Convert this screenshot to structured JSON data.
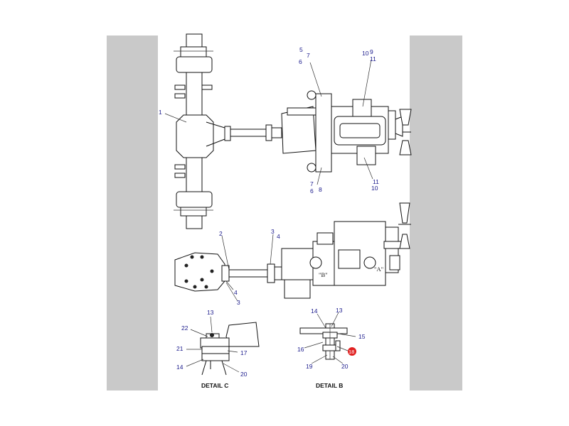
{
  "callouts": {
    "top": {
      "c1": "1",
      "c5": "5",
      "c7a": "7",
      "c6a": "6",
      "c10a": "10",
      "c9": "9",
      "c11a": "11",
      "c7b": "7",
      "c6b": "6",
      "c8": "8",
      "c11b": "11",
      "c10b": "10"
    },
    "middle": {
      "c2": "2",
      "c3a": "3",
      "c4a": "4",
      "c4b": "4",
      "c3b": "3",
      "viewA": "\"A\"",
      "viewB": "\"B\""
    },
    "detail_c": {
      "c13": "13",
      "c22": "22",
      "c21": "21",
      "c17": "17",
      "c14": "14",
      "c20": "20"
    },
    "detail_b": {
      "c14": "14",
      "c13": "13",
      "c15": "15",
      "c16": "16",
      "c18": "18",
      "c19": "19",
      "c20": "20"
    }
  },
  "captions": {
    "detail_c": "DETAIL  C",
    "detail_b": "DETAIL  B"
  },
  "highlight_color": "#e02020",
  "callout_color": "#1a1a8c"
}
